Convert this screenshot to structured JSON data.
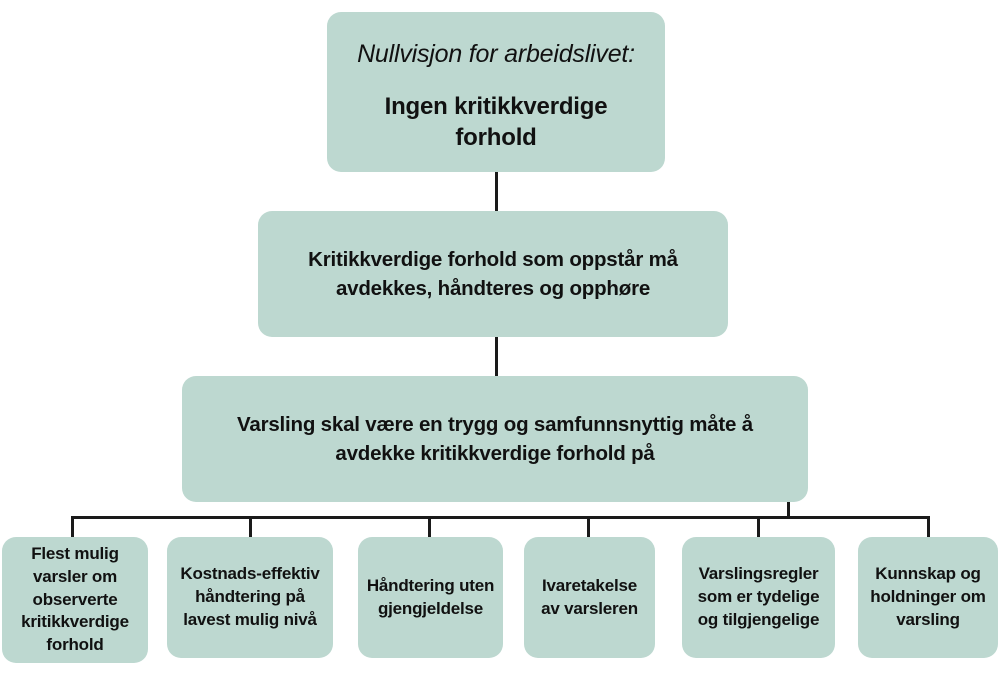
{
  "diagram": {
    "title": "Nullvisjon for arbeidslivet - varslingspyramide",
    "colors": {
      "node_fill": "#bdd8d0",
      "connector": "#1a1a1a",
      "text": "#111111",
      "background": "#ffffff"
    },
    "levels": [
      {
        "id": "vision",
        "lead_text": "Nullvisjon for arbeidslivet:",
        "main_text": "Ingen kritikkverdige forhold"
      },
      {
        "id": "level-2",
        "text": "Kritikkverdige forhold som oppstår må avdekkes, håndteres og opphøre"
      },
      {
        "id": "level-3",
        "text": "Varsling skal være en trygg og samfunnsnyttig måte å avdekke kritikkverdige forhold på"
      }
    ],
    "leaves": [
      {
        "id": "leaf-0",
        "text": "Flest mulig varsler om observerte kritikkverdige forhold"
      },
      {
        "id": "leaf-1",
        "text": "Kostnads-effektiv håndtering på lavest mulig nivå"
      },
      {
        "id": "leaf-2",
        "text": "Håndtering uten gjengjeldelse"
      },
      {
        "id": "leaf-3",
        "text": "Ivaretakelse av varsleren"
      },
      {
        "id": "leaf-4",
        "text": "Varslingsregler som er tydelige og tilgjengelige"
      },
      {
        "id": "leaf-5",
        "text": "Kunnskap og holdninger om varsling"
      }
    ]
  }
}
